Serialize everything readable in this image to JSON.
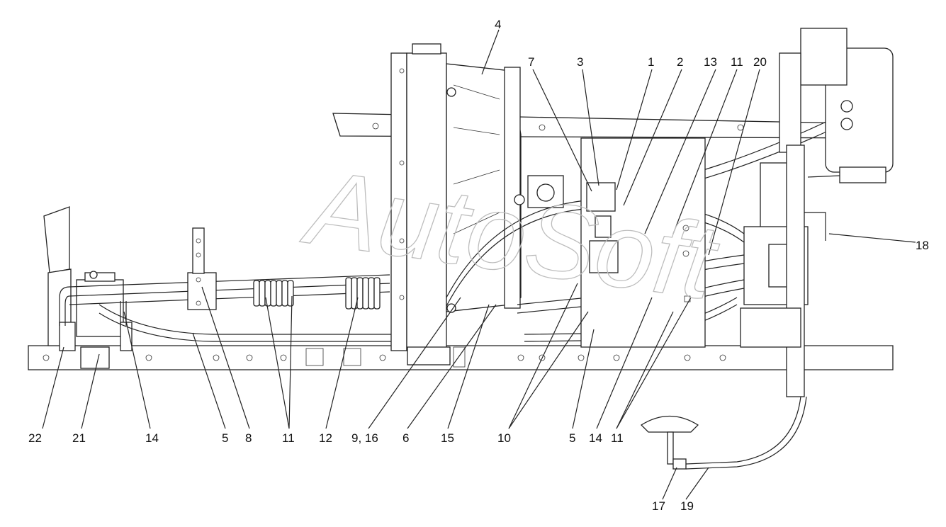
{
  "watermark": "AutoSoft",
  "callouts": {
    "c4": "4",
    "c7": "7",
    "c3": "3",
    "c1": "1",
    "c2": "2",
    "c13": "13",
    "c11a": "11",
    "c20": "20",
    "c18": "18",
    "c22": "22",
    "c21": "21",
    "c14a": "14",
    "c5a": "5",
    "c8": "8",
    "c11b": "11",
    "c12": "12",
    "c9_16": "9, 16",
    "c6": "6",
    "c15": "15",
    "c10": "10",
    "c5b": "5",
    "c14b": "14",
    "c11c": "11",
    "c17": "17",
    "c19": "19"
  }
}
